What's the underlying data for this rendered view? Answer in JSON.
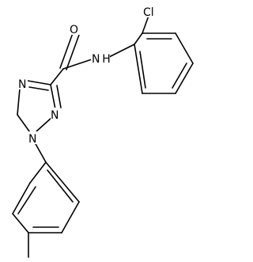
{
  "atoms": {
    "O": "O",
    "NH": "N H",
    "Cl": "Cl",
    "N_triazole_2": "N",
    "N_triazole_4": "N",
    "N_triazole_1": "N"
  }
}
